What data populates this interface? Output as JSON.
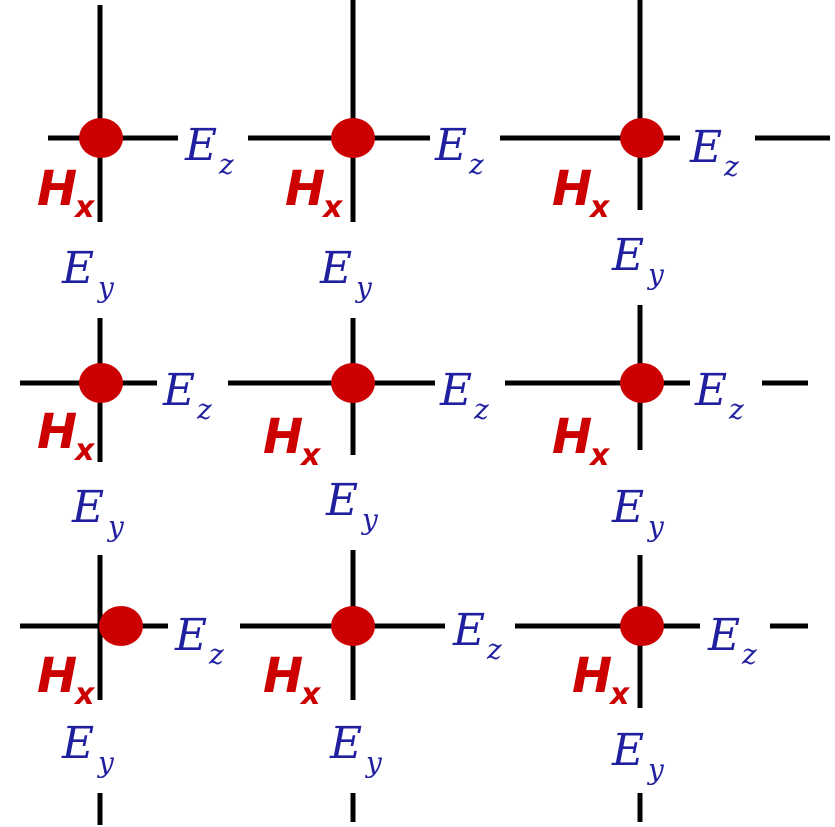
{
  "colors": {
    "line": "#000000",
    "node": "#cc0000",
    "e_field_text": "#1f1fa0",
    "h_field_text": "#cc0000"
  },
  "labels": {
    "h_main": "H",
    "h_sub": "x",
    "e_main": "E",
    "ey_sub": "y",
    "ez_sub": "z"
  },
  "grid": {
    "rows": 3,
    "cols": 3,
    "cells": [
      {
        "row": 1,
        "col": 1
      },
      {
        "row": 1,
        "col": 2
      },
      {
        "row": 1,
        "col": 3
      },
      {
        "row": 2,
        "col": 1
      },
      {
        "row": 2,
        "col": 2
      },
      {
        "row": 2,
        "col": 3
      },
      {
        "row": 3,
        "col": 1
      },
      {
        "row": 3,
        "col": 2
      },
      {
        "row": 3,
        "col": 3
      }
    ]
  }
}
